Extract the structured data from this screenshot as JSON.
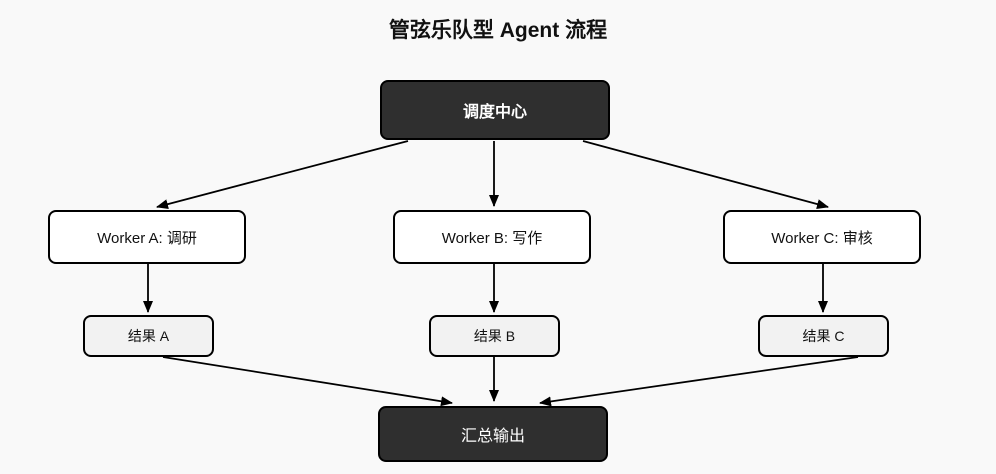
{
  "title": "管弦乐队型 Agent 流程",
  "nodes": {
    "dispatcher": {
      "label": "调度中心"
    },
    "worker_a": {
      "label": "Worker A: 调研"
    },
    "worker_b": {
      "label": "Worker B: 写作"
    },
    "worker_c": {
      "label": "Worker C: 审核"
    },
    "result_a": {
      "label": "结果 A"
    },
    "result_b": {
      "label": "结果 B"
    },
    "result_c": {
      "label": "结果 C"
    },
    "sink": {
      "label": "汇总输出"
    }
  },
  "edges": [
    {
      "from": "dispatcher",
      "to": "worker_a"
    },
    {
      "from": "dispatcher",
      "to": "worker_b"
    },
    {
      "from": "dispatcher",
      "to": "worker_c"
    },
    {
      "from": "worker_a",
      "to": "result_a"
    },
    {
      "from": "worker_b",
      "to": "result_b"
    },
    {
      "from": "worker_c",
      "to": "result_c"
    },
    {
      "from": "result_a",
      "to": "sink"
    },
    {
      "from": "result_b",
      "to": "sink"
    },
    {
      "from": "result_c",
      "to": "sink"
    }
  ],
  "colors": {
    "background": "#f9f9f9",
    "dark_node_fill": "#2f2f2f",
    "dark_node_text": "#ffffff",
    "light_node_fill": "#ffffff",
    "result_node_fill": "#f2f2f2",
    "border": "#000000",
    "arrow": "#000000"
  }
}
